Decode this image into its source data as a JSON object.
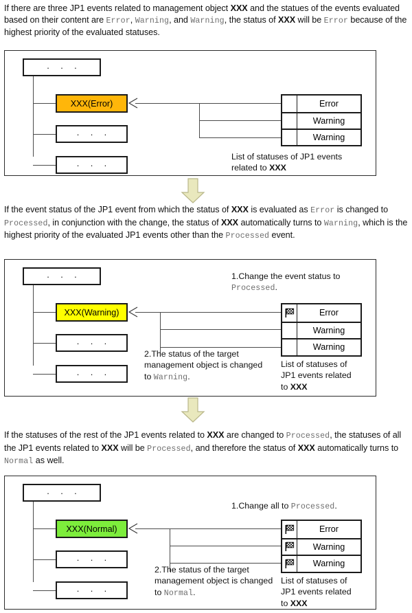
{
  "colors": {
    "error_fill": "#ffb60a",
    "warning_fill": "#ffff00",
    "normal_fill": "#7ded3c",
    "step_arrow_fill": "#e9e8bd",
    "step_arrow_stroke": "#b9b78a",
    "frame": "#2b2b2b",
    "line": "#4a4a4a",
    "mono_text": "#6d6d6d"
  },
  "sections": [
    {
      "id": "section-1",
      "paragraph": {
        "runs": [
          {
            "t": "If there are three JP1 events related to management object ",
            "s": "normal"
          },
          {
            "t": "XXX",
            "s": "bold"
          },
          {
            "t": " and the statues of the events evaluated based on their content are ",
            "s": "normal"
          },
          {
            "t": "Error",
            "s": "mono"
          },
          {
            "t": ", ",
            "s": "normal"
          },
          {
            "t": "Warning",
            "s": "mono"
          },
          {
            "t": ", and ",
            "s": "normal"
          },
          {
            "t": "Warning",
            "s": "mono"
          },
          {
            "t": ", the status of ",
            "s": "normal"
          },
          {
            "t": "XXX",
            "s": "bold"
          },
          {
            "t": " will be ",
            "s": "normal"
          },
          {
            "t": "Error",
            "s": "mono"
          },
          {
            "t": " because of the highest priority of the evaluated statuses.",
            "s": "normal"
          }
        ]
      },
      "tree": {
        "root_label": "·  ·  ·",
        "children": [
          {
            "label": "XXX(Error)",
            "highlight": "error_fill",
            "kind": "status"
          },
          {
            "label": "·  ·  ·",
            "highlight": "none",
            "kind": "dots"
          },
          {
            "label": "·  ·  ·",
            "highlight": "none",
            "kind": "dots"
          }
        ]
      },
      "status_list": {
        "rows": [
          {
            "status": "Error",
            "processed": false
          },
          {
            "status": "Warning",
            "processed": false
          },
          {
            "status": "Warning",
            "processed": false
          }
        ],
        "caption_runs": [
          {
            "t": "List of statuses of JP1 events ",
            "s": "normal"
          },
          {
            "t": "related to ",
            "s": "normal"
          },
          {
            "t": "XXX",
            "s": "bold"
          }
        ],
        "caption_line1": "List of statuses of JP1 events",
        "caption_line2_pre": "related to ",
        "caption_line2_bold": "XXX"
      },
      "annotations": []
    },
    {
      "id": "section-2",
      "paragraph": {
        "runs": [
          {
            "t": "If the event status of the JP1 event from which the status of ",
            "s": "normal"
          },
          {
            "t": "XXX",
            "s": "bold"
          },
          {
            "t": " is evaluated as ",
            "s": "normal"
          },
          {
            "t": "Error",
            "s": "mono"
          },
          {
            "t": " is changed to ",
            "s": "normal"
          },
          {
            "t": "Processed",
            "s": "mono"
          },
          {
            "t": ", in conjunction with the change, the status of ",
            "s": "normal"
          },
          {
            "t": "XXX",
            "s": "bold"
          },
          {
            "t": " automatically turns to ",
            "s": "normal"
          },
          {
            "t": "Warning",
            "s": "mono"
          },
          {
            "t": ", which is the highest priority of the evaluated JP1 events other than the ",
            "s": "normal"
          },
          {
            "t": "Processed",
            "s": "mono"
          },
          {
            "t": " event.",
            "s": "normal"
          }
        ]
      },
      "tree": {
        "root_label": "·  ·  ·",
        "children": [
          {
            "label": "XXX(Warning)",
            "highlight": "warning_fill",
            "kind": "status"
          },
          {
            "label": "·  ·  ·",
            "highlight": "none",
            "kind": "dots"
          },
          {
            "label": "·  ·  ·",
            "highlight": "none",
            "kind": "dots"
          }
        ]
      },
      "status_list": {
        "rows": [
          {
            "status": "Error",
            "processed": true
          },
          {
            "status": "Warning",
            "processed": false
          },
          {
            "status": "Warning",
            "processed": false
          }
        ],
        "caption_line1": "List of statuses of",
        "caption_line2": "JP1 events related",
        "caption_line3_pre": "to ",
        "caption_line3_bold": "XXX"
      },
      "annotations": [
        {
          "name": "step-1-note",
          "runs": [
            {
              "t": "1.Change the event status to ",
              "s": "normal"
            },
            {
              "t": "Processed",
              "s": "mono"
            },
            {
              "t": ".",
              "s": "normal"
            }
          ]
        },
        {
          "name": "step-2-note",
          "runs": [
            {
              "t": "2.The status of the target management object is changed to ",
              "s": "normal"
            },
            {
              "t": "Warning",
              "s": "mono"
            },
            {
              "t": ".",
              "s": "normal"
            }
          ]
        }
      ]
    },
    {
      "id": "section-3",
      "paragraph": {
        "runs": [
          {
            "t": "If the statuses of the rest of the JP1 events related to ",
            "s": "normal"
          },
          {
            "t": "XXX",
            "s": "bold"
          },
          {
            "t": " are changed to ",
            "s": "normal"
          },
          {
            "t": "Processed",
            "s": "mono"
          },
          {
            "t": ", the statuses of all the JP1 events related to ",
            "s": "normal"
          },
          {
            "t": "XXX",
            "s": "bold"
          },
          {
            "t": " will be ",
            "s": "normal"
          },
          {
            "t": "Processed",
            "s": "mono"
          },
          {
            "t": ", and therefore the status of ",
            "s": "normal"
          },
          {
            "t": "XXX",
            "s": "bold"
          },
          {
            "t": " automatically turns to ",
            "s": "normal"
          },
          {
            "t": "Normal",
            "s": "mono"
          },
          {
            "t": " as well.",
            "s": "normal"
          }
        ]
      },
      "tree": {
        "root_label": "·  ·  ·",
        "children": [
          {
            "label": "XXX(Normal)",
            "highlight": "normal_fill",
            "kind": "status"
          },
          {
            "label": "·  ·  ·",
            "highlight": "none",
            "kind": "dots"
          },
          {
            "label": "·  ·  ·",
            "highlight": "none",
            "kind": "dots"
          }
        ]
      },
      "status_list": {
        "rows": [
          {
            "status": "Error",
            "processed": true
          },
          {
            "status": "Warning",
            "processed": true
          },
          {
            "status": "Warning",
            "processed": true
          }
        ],
        "caption_line1": "List of statuses of",
        "caption_line2": "JP1 events related",
        "caption_line3_pre": "to ",
        "caption_line3_bold": "XXX"
      },
      "annotations": [
        {
          "name": "step-1-note",
          "runs": [
            {
              "t": "1.Change all to ",
              "s": "normal"
            },
            {
              "t": "Processed",
              "s": "mono"
            },
            {
              "t": ".",
              "s": "normal"
            }
          ]
        },
        {
          "name": "step-2-note",
          "runs": [
            {
              "t": "2.The status of the target management object is changed to ",
              "s": "normal"
            },
            {
              "t": "Normal",
              "s": "mono"
            },
            {
              "t": ".",
              "s": "normal"
            }
          ]
        }
      ]
    }
  ],
  "icons": {
    "processed_flag": "checkered-flag-icon",
    "step_arrow": "down-arrow-icon",
    "link_arrow": "arrowhead-icon"
  }
}
